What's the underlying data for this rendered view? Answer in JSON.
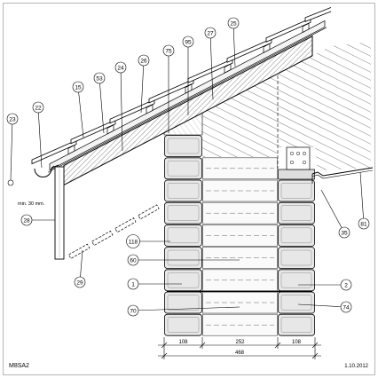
{
  "drawing": {
    "code": "M8SA2",
    "date": "1.10.2012",
    "gutter_clearance": "min. 30 mm."
  },
  "callouts": [
    "15",
    "22",
    "23",
    "53",
    "24",
    "26",
    "75",
    "95",
    "27",
    "25",
    "28",
    "29",
    "118",
    "60",
    "1",
    "70",
    "2",
    "74",
    "35",
    "81"
  ],
  "dimensions": {
    "left": "108",
    "middle": "252",
    "right": "108",
    "total": "468"
  }
}
